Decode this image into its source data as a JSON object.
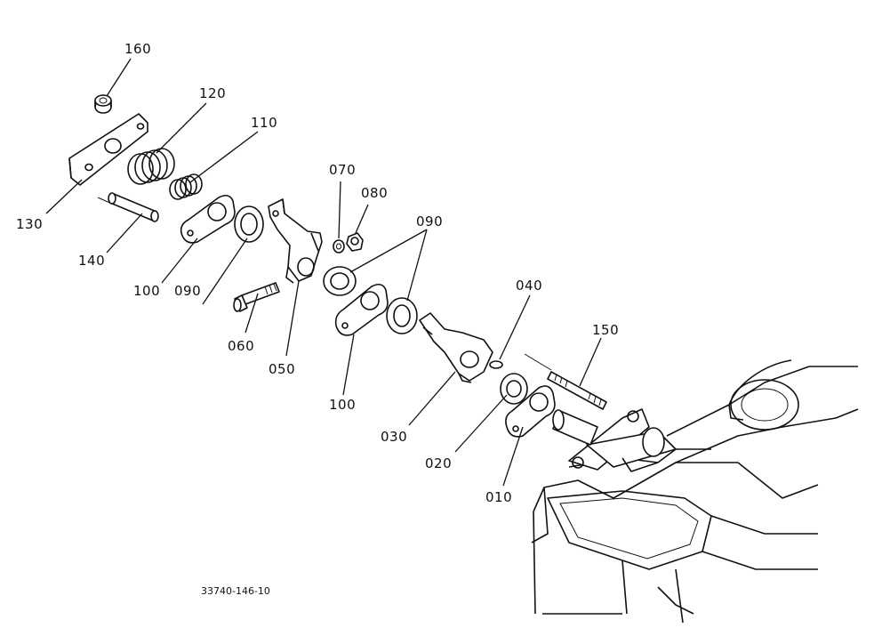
{
  "figure_code": "33740-146-10",
  "callouts": [
    {
      "id": "160",
      "text": "160"
    },
    {
      "id": "120",
      "text": "120"
    },
    {
      "id": "110",
      "text": "110"
    },
    {
      "id": "130",
      "text": "130"
    },
    {
      "id": "140",
      "text": "140"
    },
    {
      "id": "070",
      "text": "070"
    },
    {
      "id": "080",
      "text": "080"
    },
    {
      "id": "090a",
      "text": "090"
    },
    {
      "id": "090b",
      "text": "090"
    },
    {
      "id": "100a",
      "text": "100"
    },
    {
      "id": "100b",
      "text": "100"
    },
    {
      "id": "060",
      "text": "060"
    },
    {
      "id": "050",
      "text": "050"
    },
    {
      "id": "040",
      "text": "040"
    },
    {
      "id": "150",
      "text": "150"
    },
    {
      "id": "030",
      "text": "030"
    },
    {
      "id": "020",
      "text": "020"
    },
    {
      "id": "010",
      "text": "010"
    }
  ]
}
